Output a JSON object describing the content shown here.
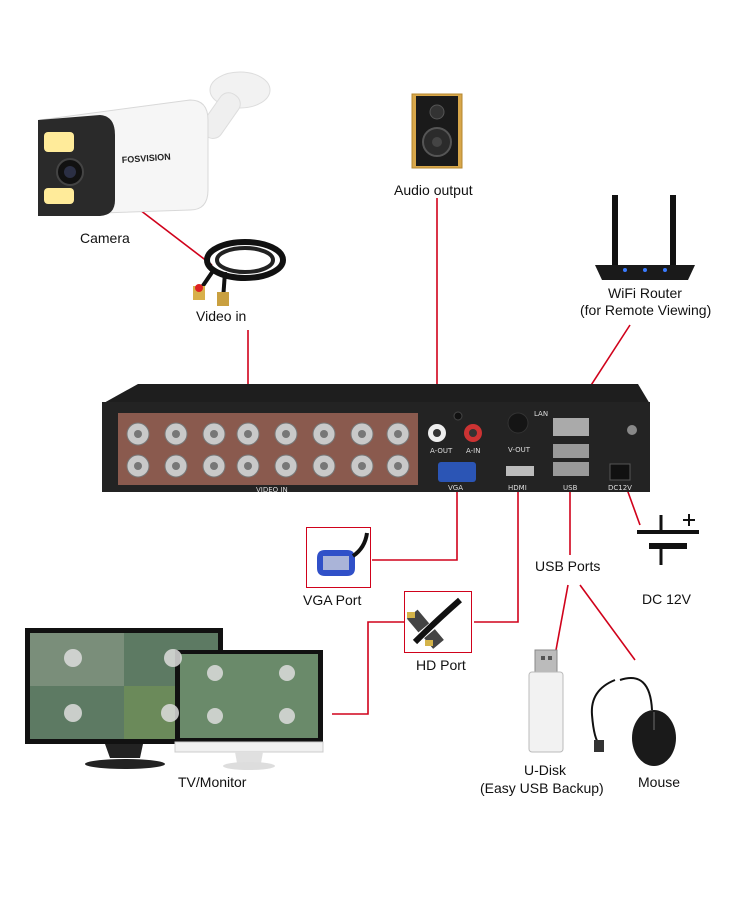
{
  "labels": {
    "camera": "Camera",
    "video_in": "Video in",
    "audio_output": "Audio output",
    "wifi_router": "WiFi Router",
    "wifi_router_sub": "(for Remote Viewing)",
    "vga_port": "VGA Port",
    "hd_port": "HD Port",
    "usb_ports": "USB Ports",
    "dc_12v": "DC 12V",
    "tv_monitor": "TV/Monitor",
    "u_disk": "U-Disk",
    "u_disk_sub": "(Easy USB Backup)",
    "mouse": "Mouse"
  },
  "camera_brand": "FOSVISION",
  "dvr_panel": {
    "video_in_label": "VIDEO IN",
    "a_out": "A-OUT",
    "a_in": "A-IN",
    "v_out": "V-OUT",
    "vga": "VGA",
    "hdmi": "HDMI",
    "lan": "LAN",
    "usb": "USB",
    "dc": "DC12V"
  },
  "colors": {
    "connector_red": "#d0021b",
    "dvr_body": "#1e1e1e",
    "bnc_panel": "#8a5a4e"
  }
}
